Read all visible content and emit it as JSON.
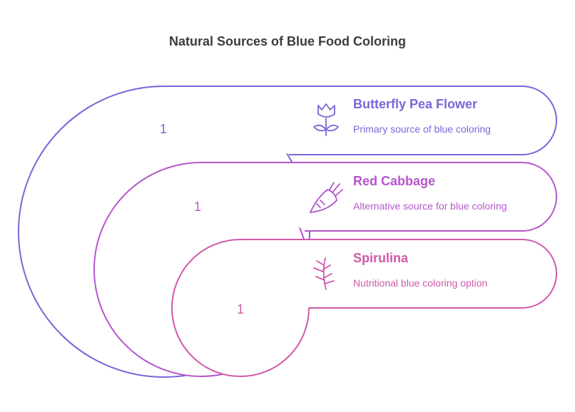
{
  "title": "Natural Sources of Blue Food Coloring",
  "items": [
    {
      "name": "Butterfly Pea Flower",
      "desc": "Primary source of blue coloring",
      "count": "1",
      "color": "#7b66d9",
      "icon": "tulip-flower-icon"
    },
    {
      "name": "Red Cabbage",
      "desc": "Alternative source for blue coloring",
      "count": "1",
      "color": "#b656cc",
      "icon": "beet-root-vegetable-icon"
    },
    {
      "name": "Spirulina",
      "desc": "Nutritional blue coloring option",
      "count": "1",
      "color": "#cf5aa9",
      "icon": "seaweed-branch-icon"
    }
  ]
}
